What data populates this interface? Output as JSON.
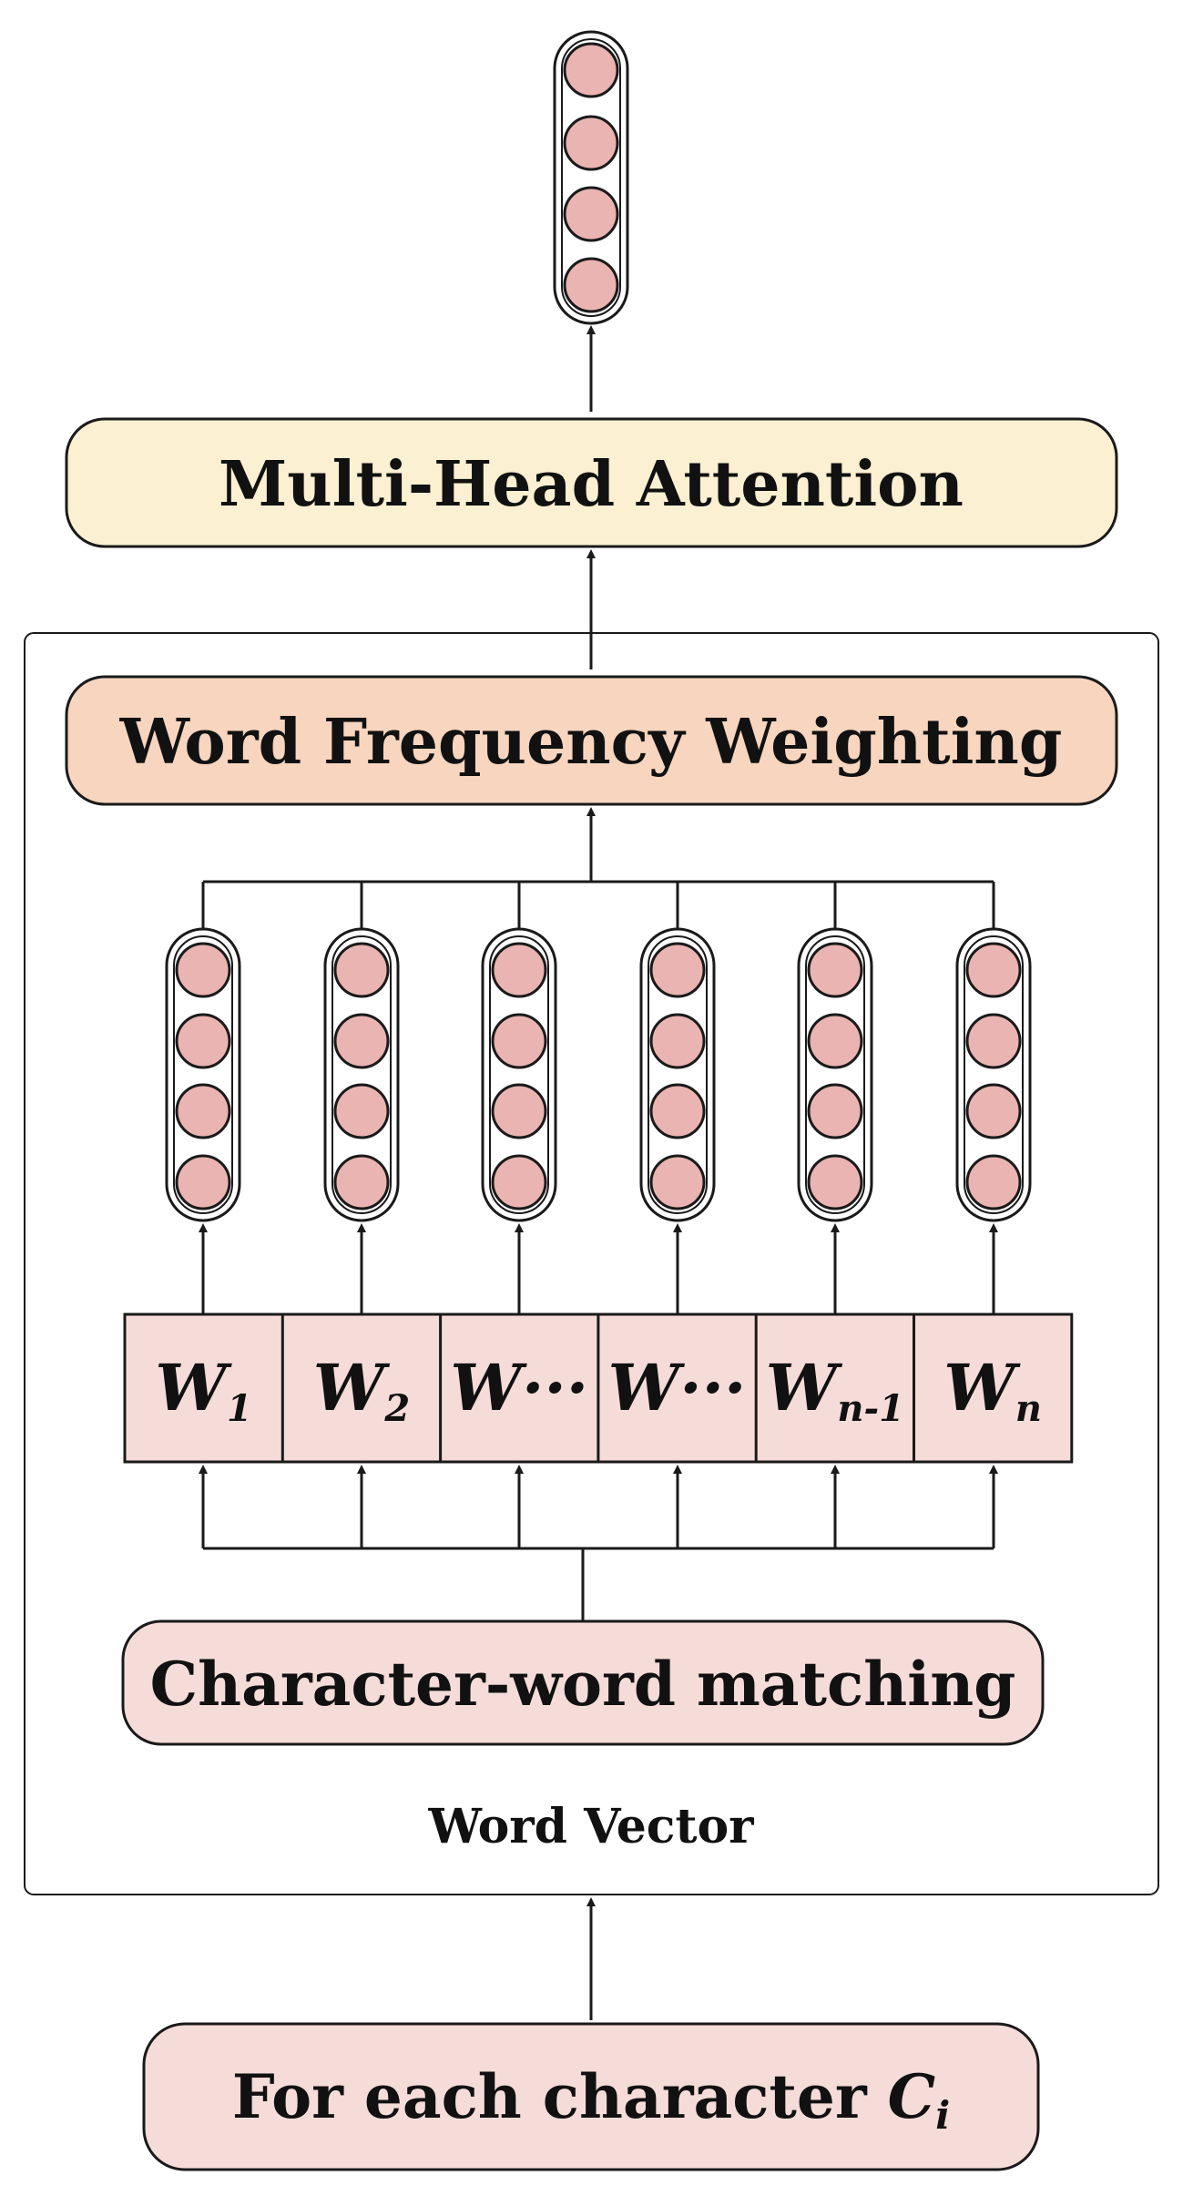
{
  "output_vector": {
    "circles": 4
  },
  "multi_head_attention": {
    "label": "Multi-Head Attention"
  },
  "word_frequency_weighting": {
    "label": "Word Frequency Weighting"
  },
  "word_vectors": {
    "count": 6,
    "circles_each": 4
  },
  "words": [
    {
      "base": "W",
      "sub": "1"
    },
    {
      "base": "W",
      "sub": "2"
    },
    {
      "base": "W···",
      "sub": ""
    },
    {
      "base": "W···",
      "sub": ""
    },
    {
      "base": "W",
      "sub": "n-1"
    },
    {
      "base": "W",
      "sub": "n"
    }
  ],
  "character_word_matching": {
    "label": "Character-word matching"
  },
  "container_caption": "Word Vector",
  "input": {
    "label": "For each character ",
    "var_base": "C",
    "var_sub": "i"
  },
  "colors": {
    "attention_fill": "#fcf0d2",
    "weighting_fill": "#f7d5bf",
    "pink_fill": "#f5dcd8",
    "circle_fill": "#e9b4b1",
    "stroke": "#1a1a1a"
  }
}
